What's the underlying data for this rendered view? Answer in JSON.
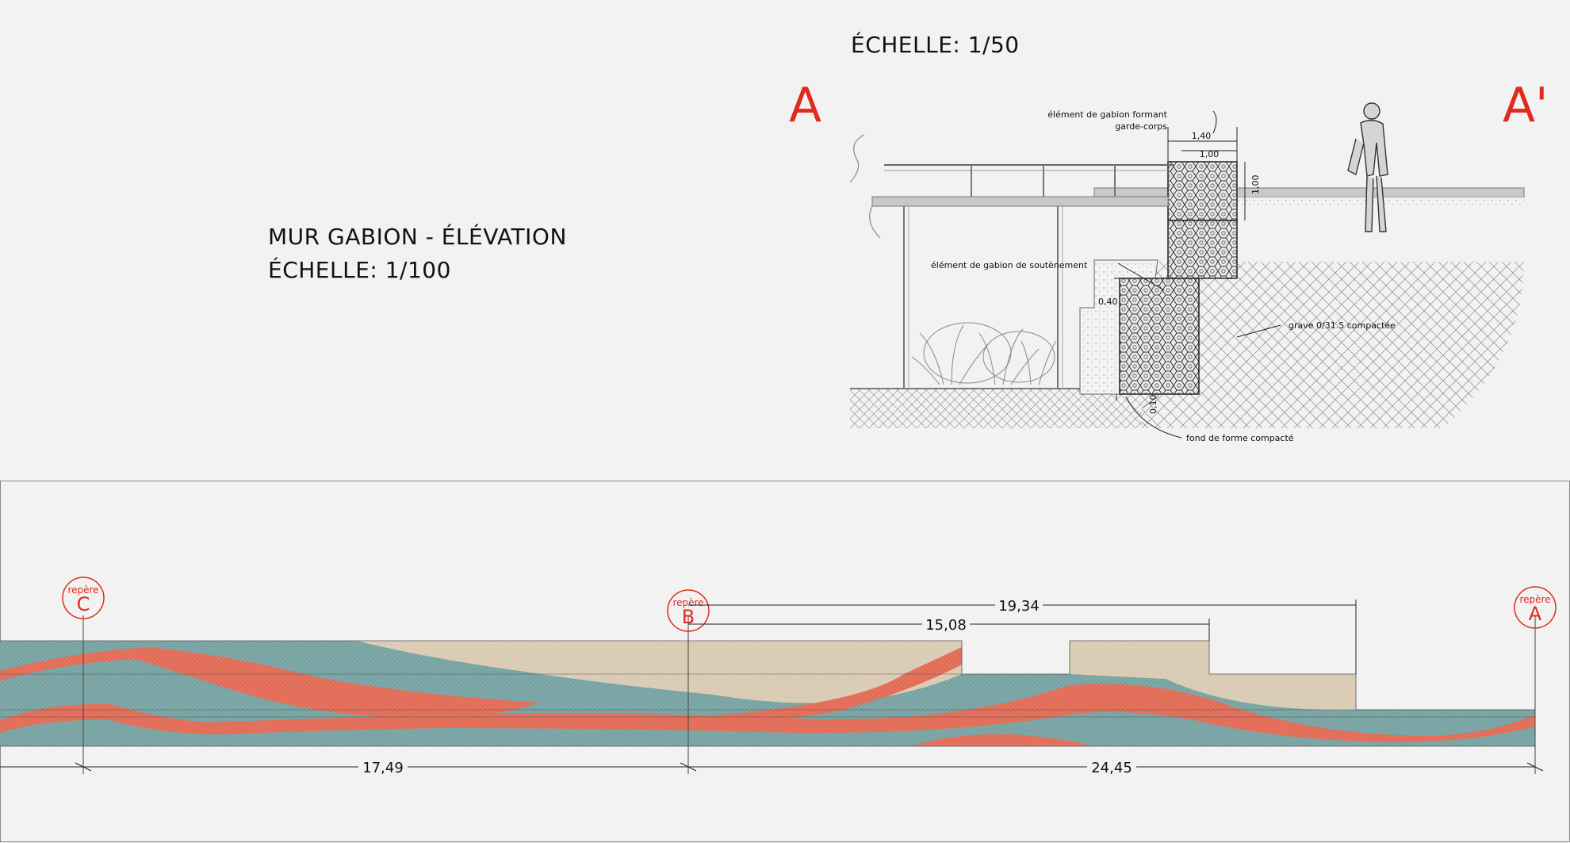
{
  "header": {
    "scale_section": "ÉCHELLE: 1/50"
  },
  "elevation": {
    "title": "MUR GABION - ÉLÉVATION",
    "scale": "ÉCHELLE: 1/100"
  },
  "section": {
    "marker_left": "A",
    "marker_right": "A'",
    "labels": {
      "gabion_guardrail_line1": "élément de gabion formant",
      "gabion_guardrail_line2": "garde-corps",
      "retaining_gabion": "élément de gabion de soutènement",
      "gravel": "grave 0/31.5 compactée",
      "foundation": "fond de forme compacté"
    },
    "dimensions": {
      "width_total": "1,40",
      "width_top": "1,00",
      "height_top": "1,00",
      "step": "0,40",
      "base": "0,10"
    }
  },
  "references": [
    {
      "word": "repère",
      "letter": "C"
    },
    {
      "word": "repère",
      "letter": "B"
    },
    {
      "word": "repère",
      "letter": "A"
    }
  ],
  "elevation_dimensions": {
    "c_to_b": "17,49",
    "b_to_a": "24,45",
    "b_to_gap": "15,08",
    "b_to_step": "19,34"
  },
  "colors": {
    "teal": "#7fa8a8",
    "coral": "#e5735e",
    "sand": "#dccdb6",
    "red_marker": "#e12a1d"
  }
}
